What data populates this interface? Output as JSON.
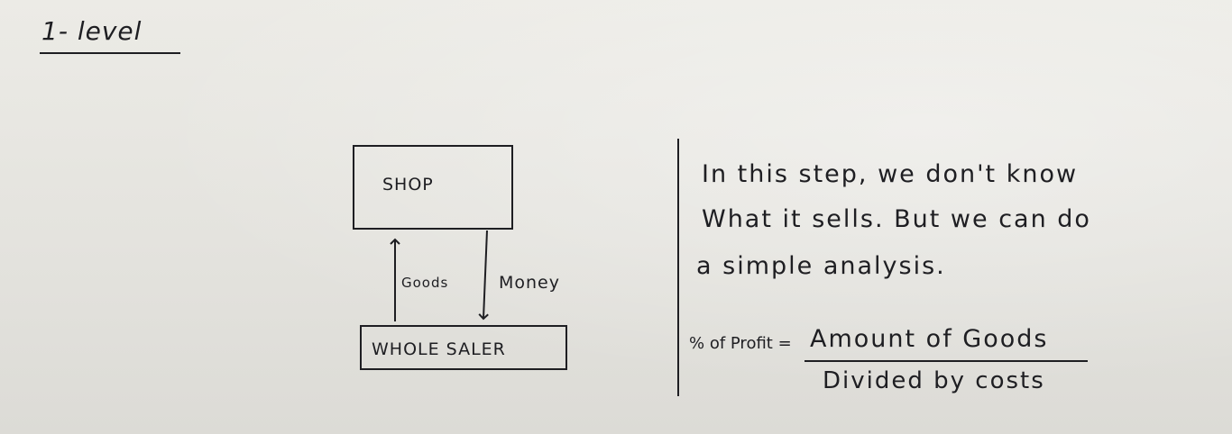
{
  "heading": "1- level",
  "diagram": {
    "top_box": "SHOP",
    "bottom_box": "WHOLE SALER",
    "arrow_up_label": "Goods",
    "arrow_down_label": "Money"
  },
  "note": {
    "line1": "In this step, we don't know",
    "line2": "What it sells. But we can do",
    "line3": "a simple analysis."
  },
  "formula": {
    "prefix": "% of Profit =",
    "numerator": "Amount of Goods",
    "denominator": "Divided by costs"
  },
  "colors": {
    "ink": "#1e1e22",
    "paper": "#e6e5e0"
  }
}
